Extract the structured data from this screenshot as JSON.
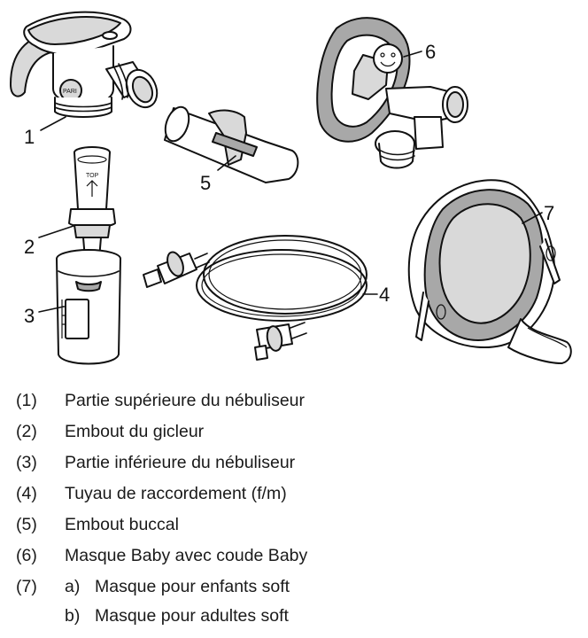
{
  "callouts": {
    "c1": "1",
    "c2": "2",
    "c3": "3",
    "c4": "4",
    "c5": "5",
    "c6": "6",
    "c7": "7"
  },
  "tiny_labels": {
    "top_arrow": "TOP",
    "pari_logo": "PARI"
  },
  "legend": [
    {
      "num": "(1)",
      "text": "Partie supérieure du nébuliseur"
    },
    {
      "num": "(2)",
      "text": "Embout du gicleur"
    },
    {
      "num": "(3)",
      "text": "Partie inférieure du nébuliseur"
    },
    {
      "num": "(4)",
      "text": "Tuyau de raccordement (f/m)"
    },
    {
      "num": "(5)",
      "text": "Embout buccal"
    },
    {
      "num": "(6)",
      "text": "Masque Baby avec coude Baby"
    }
  ],
  "legend7": {
    "num": "(7)",
    "a_letter": "a)",
    "a_text": "Masque pour enfants soft",
    "b_letter": "b)",
    "b_text": "Masque pour adultes soft"
  }
}
